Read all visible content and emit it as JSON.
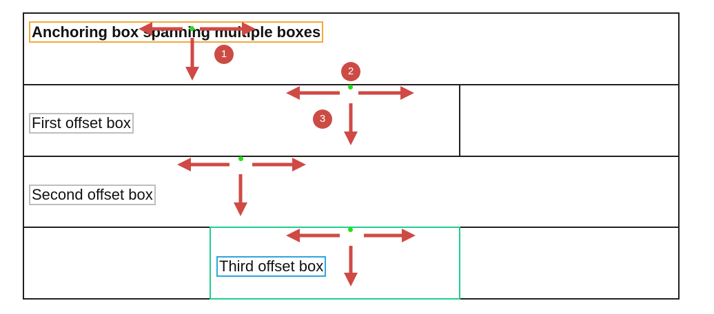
{
  "labels": {
    "anchor": "Anchoring box spanning multiple boxes",
    "first": "First offset box",
    "second": "Second offset box",
    "third": "Third offset box"
  },
  "badges": [
    "1",
    "2",
    "3"
  ],
  "colors": {
    "frame": "#1f1f1f",
    "arrow": "#cf4a45",
    "dot": "#22e01a",
    "anchor_border": "#f2a93b",
    "offset_border": "#bdbdbd",
    "third_border": "#2aa5e0",
    "highlight_cell": "#1dcf8c",
    "badge": "#cc4b45"
  }
}
